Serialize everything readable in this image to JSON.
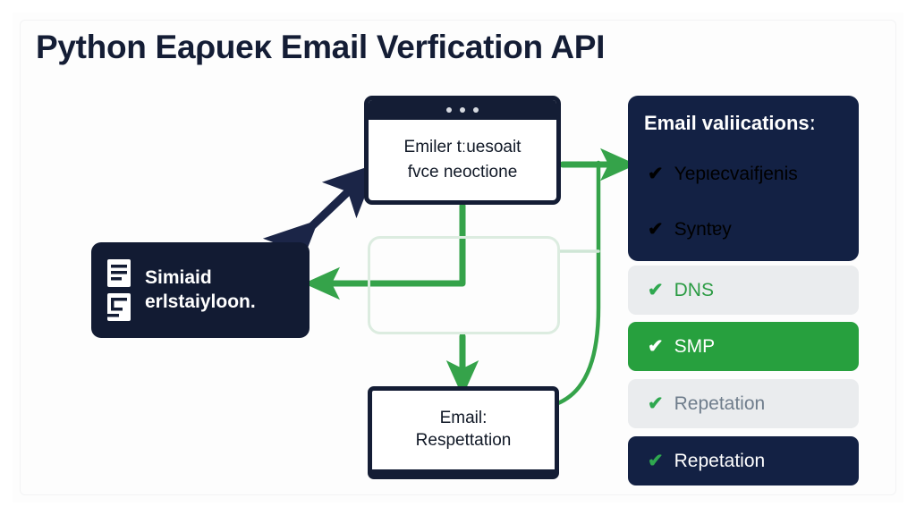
{
  "page": {
    "title": "Python Eaρueκ Email Verfication API",
    "background": "#fdfdfd",
    "navy": "#132144",
    "green": "#27a03e",
    "light_gray": "#eaecee"
  },
  "top_card": {
    "dots": [
      "dot",
      "dot",
      "dot"
    ],
    "line1": "Emiler tːuesoait",
    "line2": "fvce neoctione"
  },
  "left_card": {
    "icon1": "document-lines-icon",
    "icon2": "form-list-icon",
    "line1": "Simiaid",
    "line2": "erlstaiyloon."
  },
  "bottom_card": {
    "line1": "Email:",
    "line2": "Respettation"
  },
  "panel": {
    "title": "Email valiicationsː",
    "check_glyph": "✔",
    "items": [
      {
        "label": "Yepιecvaifjenis",
        "style": "dark",
        "text_color": "#ffffff"
      },
      {
        "label": "Syntɐy",
        "style": "dark",
        "text_color": "#ffffff"
      },
      {
        "label": "DNS",
        "style": "light",
        "text_color": "#2b9b43"
      },
      {
        "label": "SMP",
        "style": "green",
        "text_color": "#ffffff"
      },
      {
        "label": "Repetation",
        "style": "light",
        "text_color": "#6f7d8c"
      },
      {
        "label": "Repetation",
        "style": "dark",
        "text_color": "#ffffff"
      }
    ]
  },
  "connectors": {
    "double_arrow": "double-headed-arrow-left-card-to-top-card",
    "arrow_to_panel": "green-arrow-top-card-to-validation-panel",
    "arrow_to_left": "green-arrow-to-left-card",
    "arrow_to_bottom": "green-arrow-to-bottom-card",
    "curve_right": "green-curve-panel-to-bottom-card"
  }
}
